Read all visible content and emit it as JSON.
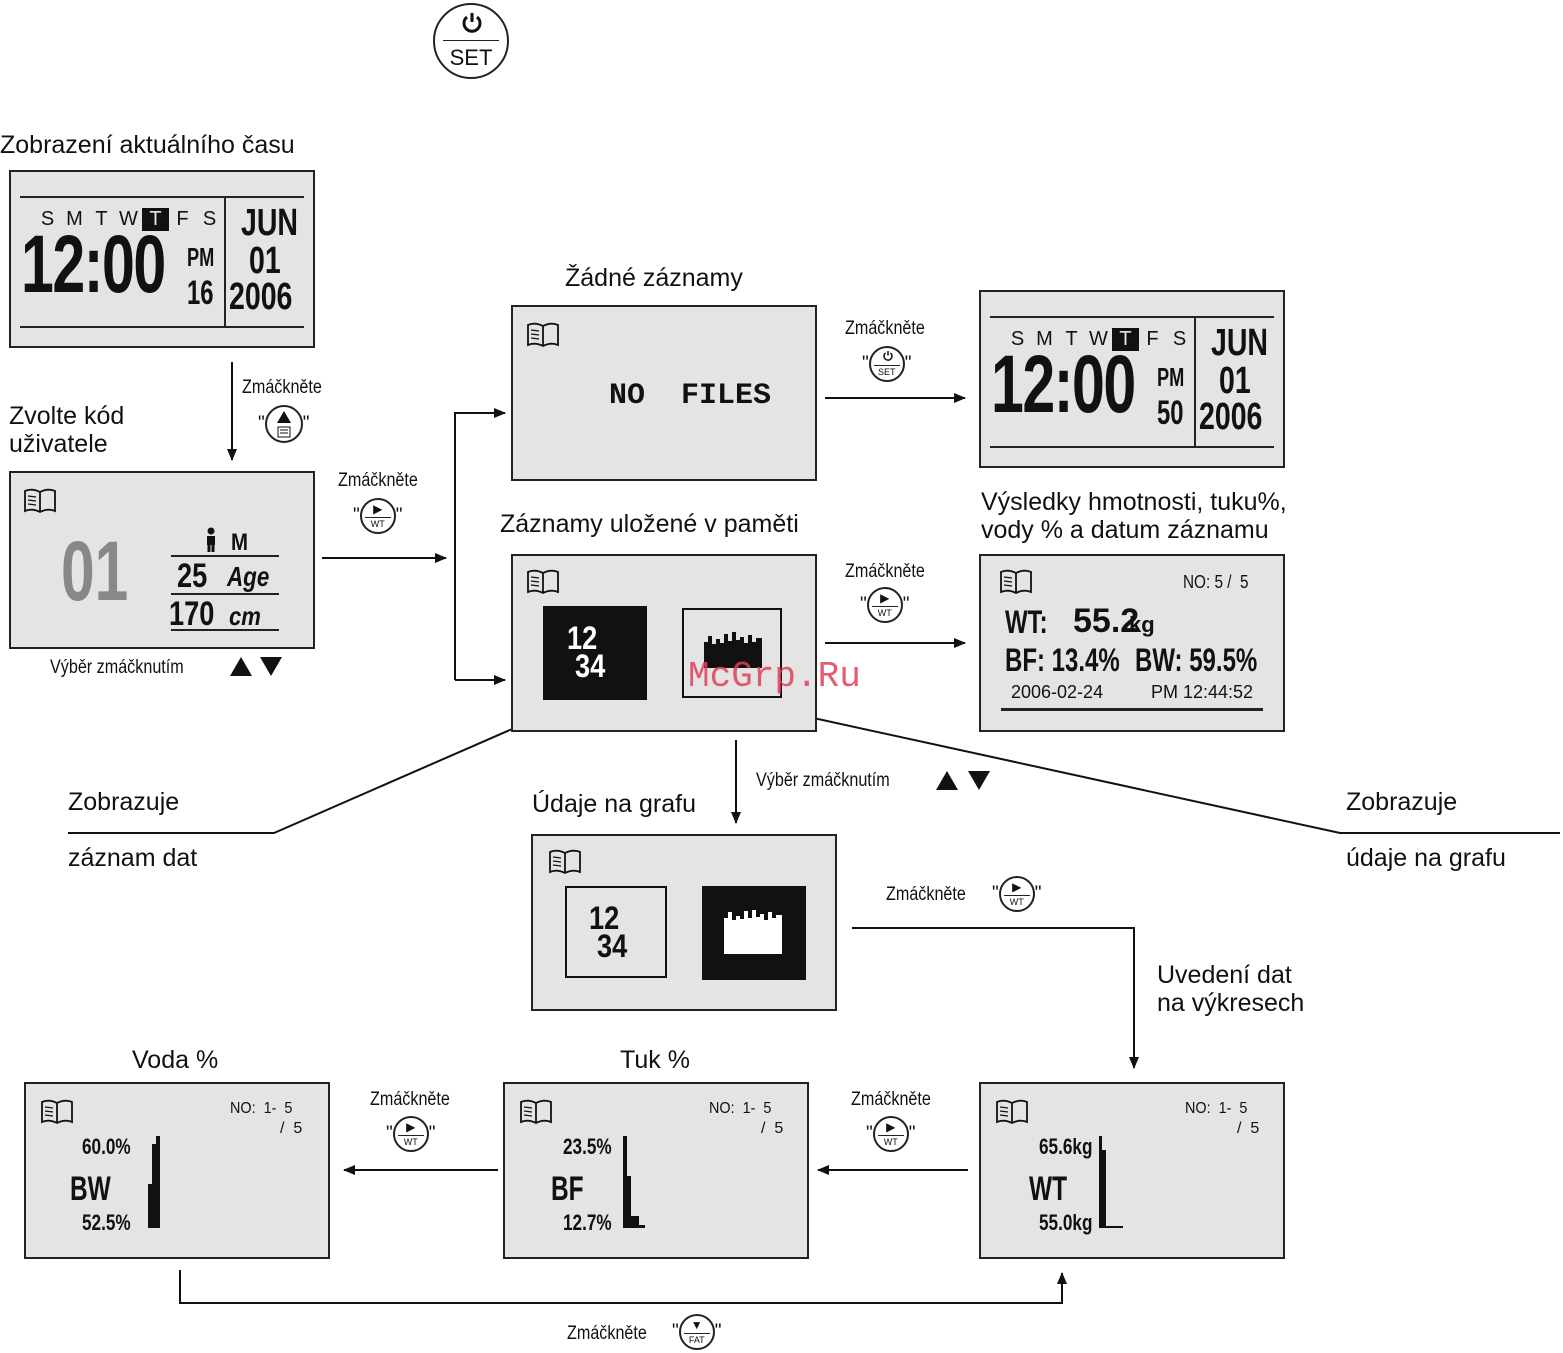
{
  "top_button": {
    "label": "SET"
  },
  "time_display": {
    "title": "Zobrazení aktuálního času",
    "days": [
      "S",
      "M",
      "T",
      "W",
      "T",
      "F",
      "S"
    ],
    "highlight_index": 4,
    "time": "12:00",
    "ampm": "PM",
    "seconds": "16",
    "month": "JUN",
    "day": "01",
    "year": "2006"
  },
  "press_up": {
    "label": "Zmáčkněte"
  },
  "user_code": {
    "title_line1": "Zvolte kód",
    "title_line2": "uživatele",
    "code": "01",
    "sex": "M",
    "age": "25",
    "age_unit": "Age",
    "height": "170",
    "height_unit": "cm",
    "select_hint": "Výběr zmáčknutím"
  },
  "press_wt1": {
    "label": "Zmáčkněte",
    "btn_sub": "WT"
  },
  "no_records": {
    "title": "Žádné záznamy",
    "text": "NO  FILES"
  },
  "press_set": {
    "label": "Zmáčkněte",
    "btn_sub": "SET"
  },
  "time_display2": {
    "days": [
      "S",
      "M",
      "T",
      "W",
      "T",
      "F",
      "S"
    ],
    "time": "12:00",
    "ampm": "PM",
    "seconds": "50",
    "month": "JUN",
    "day": "01",
    "year": "2006"
  },
  "records_stored": {
    "title": "Záznamy uložené v paměti",
    "num1": "12",
    "num2": "34"
  },
  "press_wt2": {
    "label": "Zmáčkněte",
    "btn_sub": "WT"
  },
  "results": {
    "title_line1": "Výsledky hmotnosti, tuku%,",
    "title_line2": "vody % a datum záznamu",
    "no": "NO: 5 /  5",
    "wt_label": "WT:",
    "wt_value": "55.2",
    "wt_unit": "kg",
    "bf": "BF: 13.4%",
    "bw": "BW: 59.5%",
    "date": "2006-02-24",
    "time": "PM 12:44:52"
  },
  "watermark": "McGrp.Ru",
  "left_caption": {
    "line1": "Zobrazuje",
    "line2": "záznam dat"
  },
  "right_caption": {
    "line1": "Zobrazuje",
    "line2": "údaje na grafu"
  },
  "select_hint2": "Výběr zmáčknutím",
  "graph_data": {
    "title": "Údaje na grafu",
    "num1": "12",
    "num2": "34"
  },
  "press_wt3": {
    "label": "Zmáčkněte",
    "btn_sub": "WT"
  },
  "drawings": {
    "line1": "Uvedení dat",
    "line2": "na výkresech"
  },
  "water": {
    "title": "Voda %",
    "no1": "NO:  1-  5",
    "no2": "/  5",
    "max": "60.0%",
    "label": "BW",
    "min": "52.5%"
  },
  "fat": {
    "title": "Tuk %",
    "no1": "NO:  1-  5",
    "no2": "/  5",
    "max": "23.5%",
    "label": "BF",
    "min": "12.7%"
  },
  "weight": {
    "no1": "NO:  1-  5",
    "no2": "/  5",
    "max": "65.6kg",
    "label": "WT",
    "min": "55.0kg"
  },
  "press_wt4": {
    "label": "Zmáčkněte",
    "btn_sub": "WT"
  },
  "press_wt5": {
    "label": "Zmáčkněte",
    "btn_sub": "WT"
  },
  "press_fat": {
    "label": "Zmáčkněte",
    "btn_sub": "FAT"
  }
}
